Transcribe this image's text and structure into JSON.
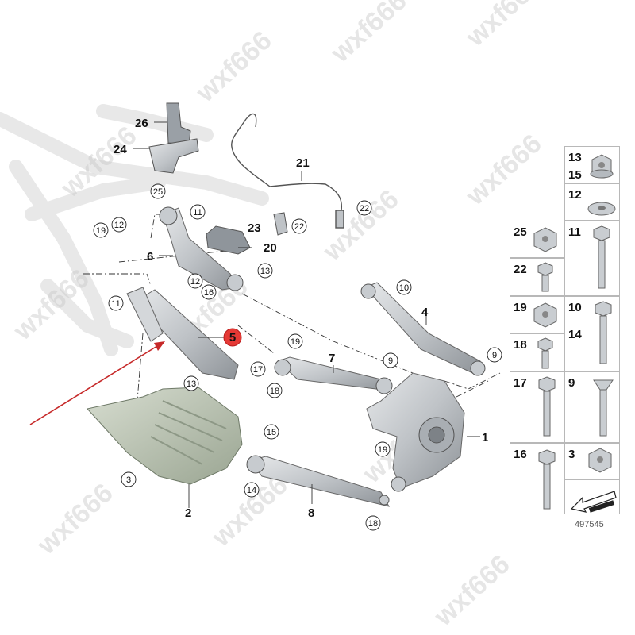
{
  "watermark": "wxf666",
  "image_id": "497545",
  "main_labels": {
    "l1": "1",
    "l2": "2",
    "l4": "4",
    "l5": "5",
    "l6": "6",
    "l7": "7",
    "l8": "8",
    "l20": "20",
    "l21": "21",
    "l23": "23",
    "l24": "24",
    "l26": "26"
  },
  "callouts": {
    "c3": "3",
    "c9": "9",
    "c10": "10",
    "c11a": "11",
    "c11b": "11",
    "c12a": "12",
    "c12b": "12",
    "c13a": "13",
    "c13b": "13",
    "c14": "14",
    "c15": "15",
    "c16": "16",
    "c17": "17",
    "c18a": "18",
    "c18b": "18",
    "c19a": "19",
    "c19b": "19",
    "c19c": "19",
    "c22a": "22",
    "c22b": "22",
    "c25": "25"
  },
  "hardware_tiles": [
    {
      "num": "13",
      "num2": "15",
      "shape": "flange-nut"
    },
    {
      "num": "12",
      "num2": "",
      "shape": "washer"
    },
    {
      "num": "25",
      "num2": "",
      "shape": "hex-nut"
    },
    {
      "num": "11",
      "num2": "",
      "shape": "long-bolt"
    },
    {
      "num": "22",
      "num2": "",
      "shape": "short-bolt"
    },
    {
      "num": "19",
      "num2": "",
      "shape": "hex-nut"
    },
    {
      "num": "10",
      "num2": "14",
      "shape": "long-bolt"
    },
    {
      "num": "18",
      "num2": "",
      "shape": "short-bolt"
    },
    {
      "num": "17",
      "num2": "",
      "shape": "long-bolt"
    },
    {
      "num": "9",
      "num2": "",
      "shape": "long-bolt"
    },
    {
      "num": "16",
      "num2": "",
      "shape": "long-bolt"
    },
    {
      "num": "3",
      "num2": "",
      "shape": "hex-nut"
    }
  ],
  "colors": {
    "highlight": "#e53935",
    "arrow": "#c62828",
    "part": "#bfc3c7",
    "shield": "#b9c4b0"
  }
}
